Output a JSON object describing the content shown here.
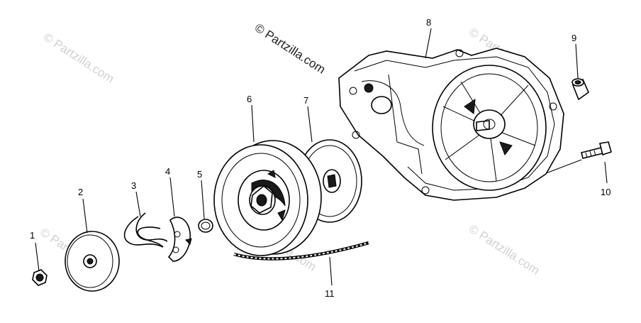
{
  "diagram": {
    "callouts": [
      {
        "id": 1,
        "label": "1"
      },
      {
        "id": 2,
        "label": "2"
      },
      {
        "id": 3,
        "label": "3"
      },
      {
        "id": 4,
        "label": "4"
      },
      {
        "id": 5,
        "label": "5"
      },
      {
        "id": 6,
        "label": "6"
      },
      {
        "id": 7,
        "label": "7"
      },
      {
        "id": 8,
        "label": "8"
      },
      {
        "id": 9,
        "label": "9"
      },
      {
        "id": 10,
        "label": "10"
      },
      {
        "id": 11,
        "label": "11"
      }
    ],
    "watermark": "© Partzilla.com"
  }
}
